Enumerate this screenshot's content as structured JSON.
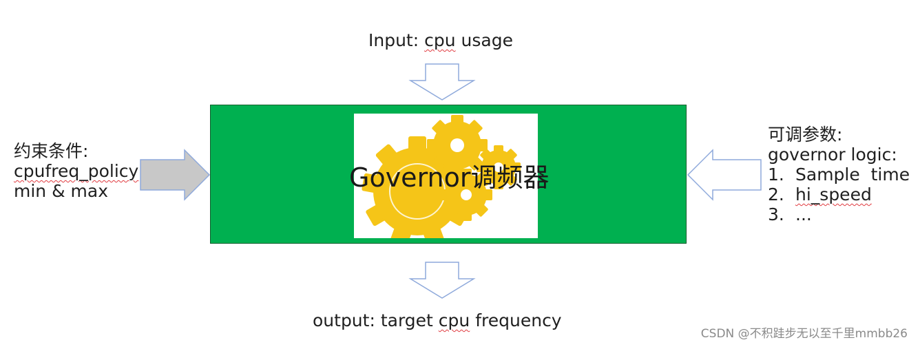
{
  "input": {
    "prefix": "Input: ",
    "term": "cpu",
    "suffix": " usage"
  },
  "output": {
    "prefix": "output: target ",
    "term": "cpu",
    "suffix": " frequency"
  },
  "governor": {
    "title": "Governor调频器"
  },
  "constraints": {
    "heading": "约束条件:",
    "lines": [
      "cpufreq_policy",
      "min & max"
    ]
  },
  "params": {
    "heading": "可调参数:",
    "subheading": "governor logic:",
    "items": [
      {
        "num": "1.",
        "text": "Sample  time"
      },
      {
        "num": "2.",
        "text": "hi_speed"
      },
      {
        "num": "3.",
        "text": "..."
      }
    ]
  },
  "watermark": "CSDN @不积跬步无以至千里mmbb26",
  "colors": {
    "box_green": "#00b050",
    "gear_yellow": "#f5c518",
    "arrow_outline": "#8ea9db",
    "arrow_fill_gray": "#c8c8c8",
    "squiggle_red": "#e0393e"
  }
}
